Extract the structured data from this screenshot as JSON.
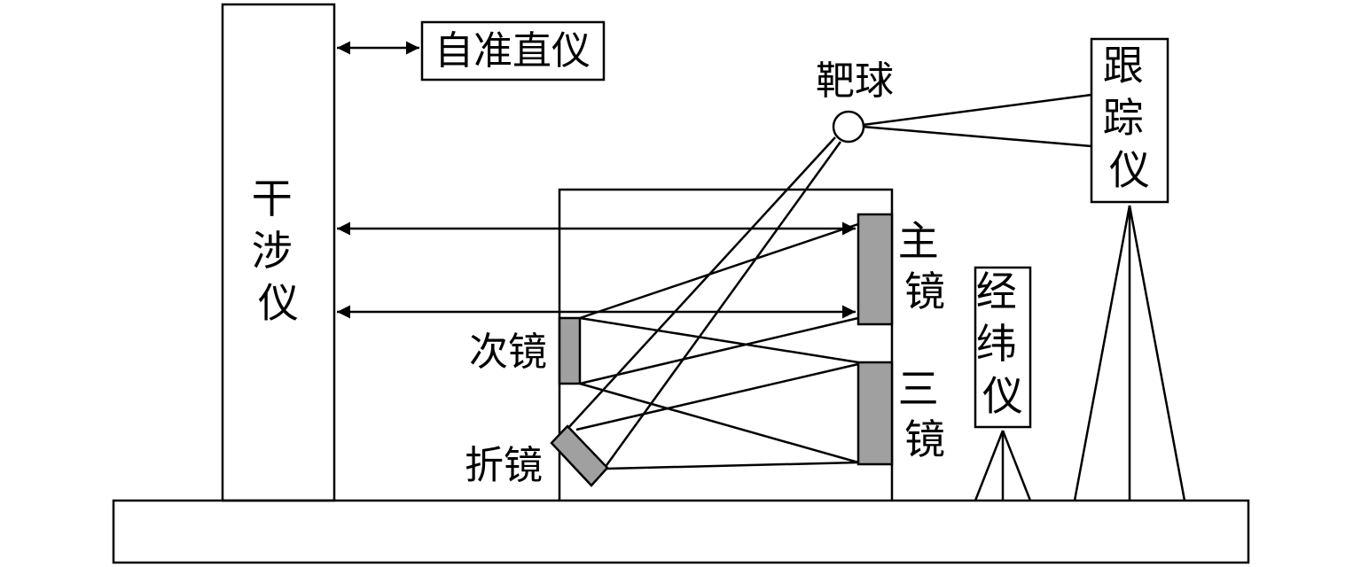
{
  "labels": {
    "interferometer": "干涉仪",
    "autocollimator": "自准直仪",
    "target_ball": "靶球",
    "tracker": "跟踪仪",
    "theodolite": "经纬仪",
    "primary_mirror": "主镜",
    "secondary_mirror": "次镜",
    "tertiary_mirror": "三镜",
    "fold_mirror": "折镜"
  },
  "colors": {
    "line": "#000000",
    "mirror_fill": "#a0a0a0",
    "background": "#ffffff"
  }
}
